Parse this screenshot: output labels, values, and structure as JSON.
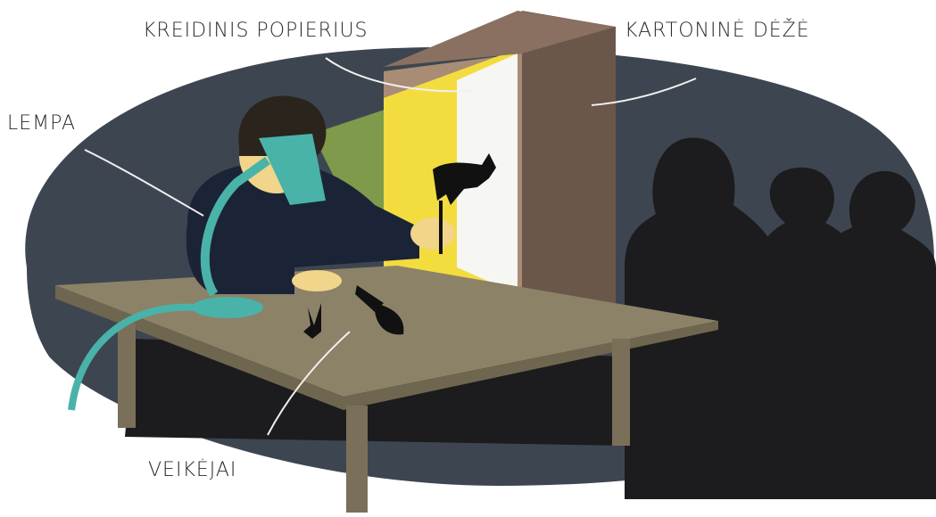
{
  "labels": {
    "paper": "KREIDINIS POPIERIUS",
    "box": "KARTONINĖ DĖŽĖ",
    "lamp": "LEMPA",
    "characters": "VEIKĖJAI"
  },
  "colors": {
    "dark_background": "#3d4650",
    "audience_silhouette": "#1c1c1e",
    "table_top": "#8c8268",
    "table_legs": "#7a705a",
    "box_outer": "#6b564a",
    "box_side": "#a98c75",
    "light_beam": "#f3dc3e",
    "lamp": "#49b3a9",
    "shirt": "#1b2436",
    "skin": "#f0d58a"
  },
  "icons": [
    "lamp-icon",
    "puppet-animal-icon",
    "puppet-figure-icon",
    "audience-silhouette-icon"
  ]
}
